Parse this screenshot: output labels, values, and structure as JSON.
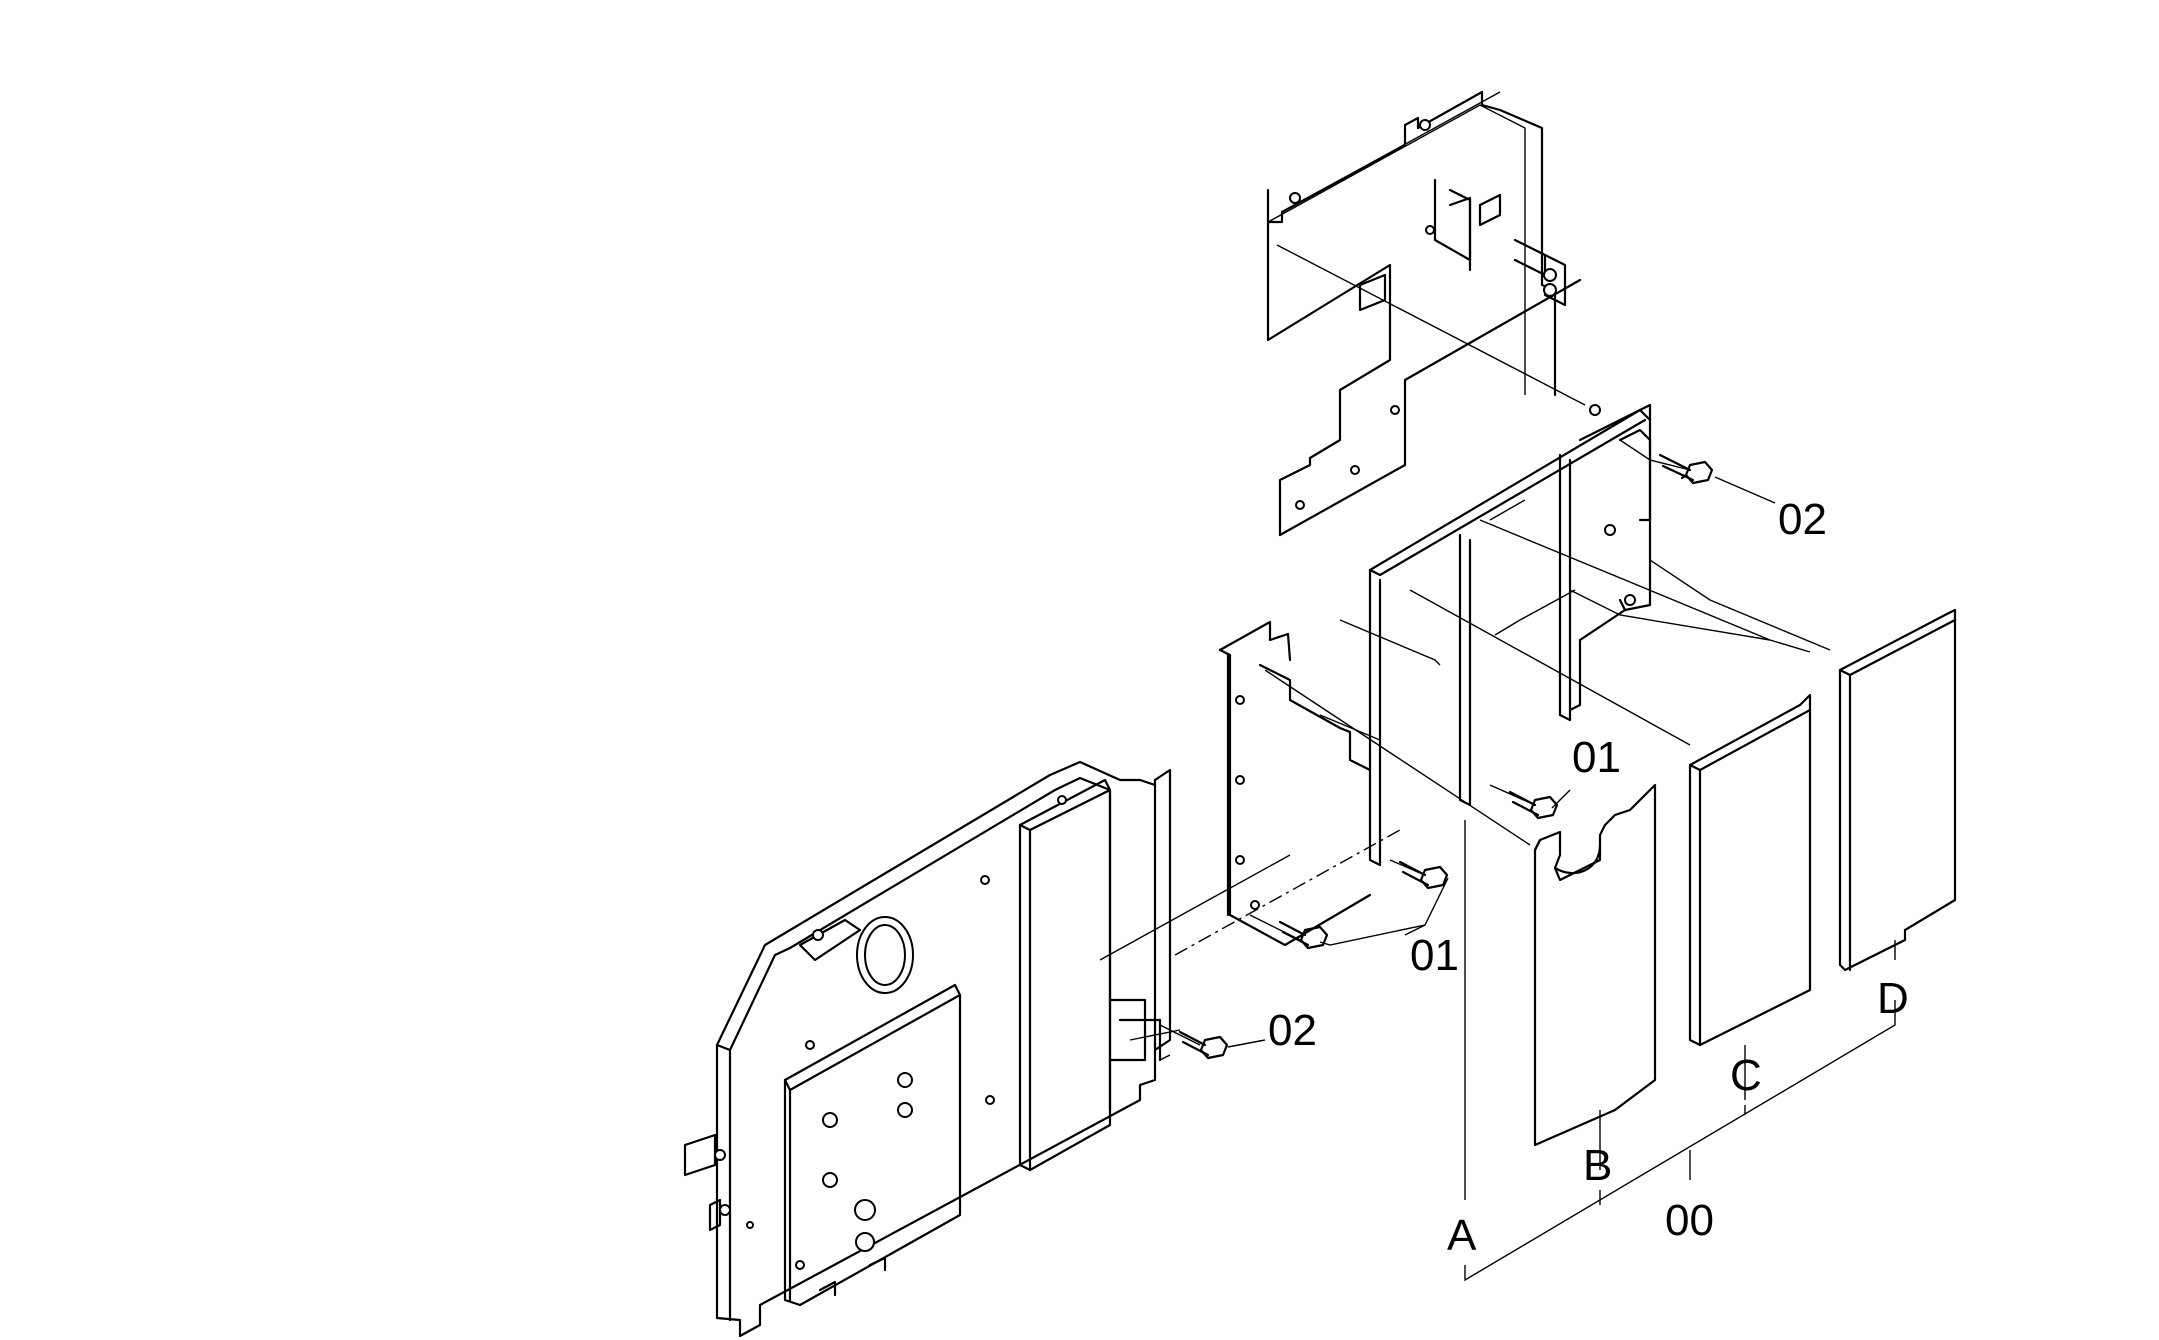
{
  "labels": {
    "bolt_upper_right": "02",
    "bolt_left": "02",
    "screw_center": "01",
    "screw_lower": "01",
    "item_a": "A",
    "item_b": "B",
    "item_c": "C",
    "item_d": "D",
    "assembly": "00"
  }
}
